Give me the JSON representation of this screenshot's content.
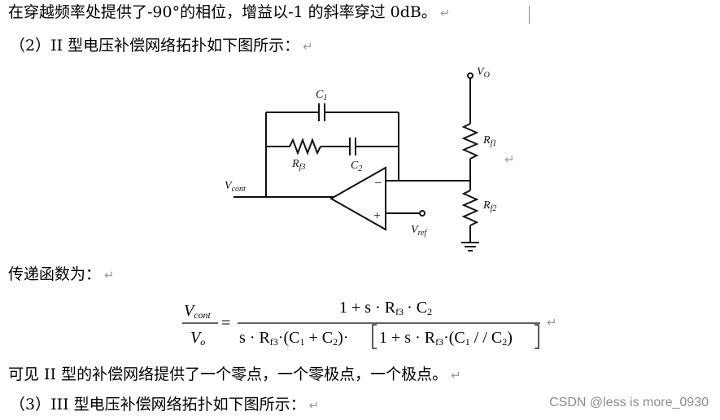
{
  "paragraphs": {
    "line1": "在穿越频率处提供了-90°的相位，增益以-1 的斜率穿过 0dB。",
    "line2": "（2）II 型电压补偿网络拓扑如下图所示：",
    "line3": "传递函数为：",
    "line4": "可见 II 型的补偿网络提供了一个零点，一个零极点，一个极点。",
    "line5": "（3）III 型电压补偿网络拓扑如下图所示："
  },
  "return_mark": "↵",
  "circuit": {
    "c1": "C",
    "c1_sub": "1",
    "c2": "C",
    "c2_sub": "2",
    "rf3": "R",
    "rf3_sub": "f3",
    "rf1": "R",
    "rf1_sub": "f1",
    "rf2": "R",
    "rf2_sub": "f2",
    "vcont": "V",
    "vcont_sub": "cont",
    "vref": "V",
    "vref_sub": "ref",
    "vo": "V",
    "vo_sub": "O",
    "minus": "−",
    "plus": "+"
  },
  "formula": {
    "lhs_num": "V",
    "lhs_num_sub": "cont",
    "lhs_den": "V",
    "lhs_den_sub": "o",
    "equals": "=",
    "rhs_num": "1 + s · R",
    "rhs_num_sub": "f3",
    "rhs_num_tail": "· C",
    "rhs_num_tail_sub": "2",
    "rhs_den": "s · R",
    "rhs_den_sub": "f3",
    "rhs_den_mid": "·(C",
    "rhs_den_mid_sub1": "1",
    "rhs_den_mid2": " + C",
    "rhs_den_mid_sub2": "2",
    "rhs_den_mid3": ")·",
    "rhs_den_bracket": "1 + s · R",
    "rhs_den_bracket_sub": "f3",
    "rhs_den_bracket_tail": "·(C",
    "rhs_den_bracket_sub1": "1",
    "rhs_den_bracket_mid": " / / C",
    "rhs_den_bracket_sub2": "2",
    "rhs_den_bracket_end": ")"
  },
  "watermark": "CSDN @less is more_0930"
}
